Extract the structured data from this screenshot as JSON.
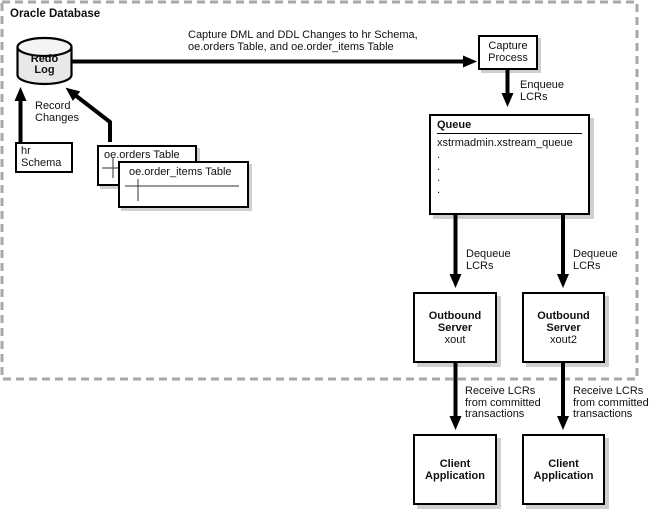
{
  "header": {
    "title": "Oracle Database"
  },
  "colors": {
    "dashed_border": "#a8a8a8",
    "box_border": "#000000",
    "shadow": "#cfcfcf",
    "cylinder_fill": "#e8e8e8",
    "background": "#ffffff"
  },
  "redo_log": {
    "label": "Redo\nLog"
  },
  "record_changes": {
    "label": "Record\nChanges"
  },
  "hr_schema": {
    "label": "hr\nSchema"
  },
  "oe_orders": {
    "label": "oe.orders Table"
  },
  "oe_order_items": {
    "label": "oe.order_items Table"
  },
  "capture_flow": {
    "label": "Capture DML and DDL Changes to hr Schema,\noe.orders Table, and oe.order_items Table"
  },
  "capture_process": {
    "label": "Capture\nProcess"
  },
  "enqueue": {
    "label": "Enqueue\nLCRs"
  },
  "queue": {
    "title": "Queue",
    "name": "xstrmadmin.xstream_queue",
    "dots": ".\n.\n.\n."
  },
  "dequeue_left": {
    "label": "Dequeue\nLCRs"
  },
  "dequeue_right": {
    "label": "Dequeue\nLCRs"
  },
  "outbound_left": {
    "title": "Outbound\nServer",
    "name": "xout"
  },
  "outbound_right": {
    "title": "Outbound\nServer",
    "name": "xout2"
  },
  "receive_left": {
    "label": "Receive LCRs\nfrom committed\ntransactions"
  },
  "receive_right": {
    "label": "Receive LCRs\nfrom committed\ntransactions"
  },
  "client_left": {
    "label": "Client\nApplication"
  },
  "client_right": {
    "label": "Client\nApplication"
  }
}
